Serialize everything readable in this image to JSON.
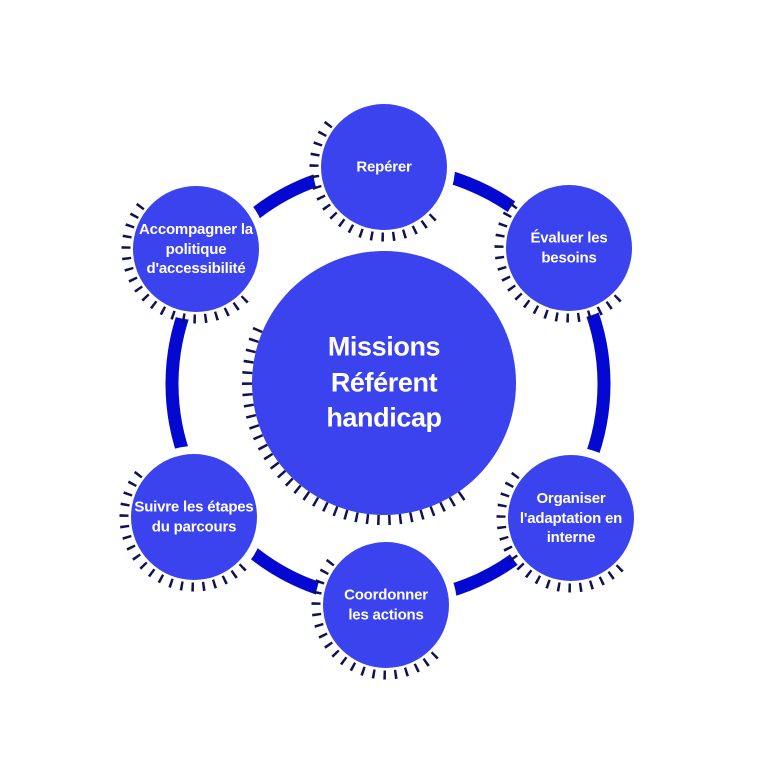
{
  "diagram": {
    "center": {
      "label": "Missions\nRéférent\nhandicap"
    },
    "nodes": [
      {
        "id": "reperer",
        "label": "Repérer"
      },
      {
        "id": "evaluer",
        "label": "Évaluer les\nbesoins"
      },
      {
        "id": "organiser",
        "label": "Organiser\nl'adaptation en\ninterne"
      },
      {
        "id": "coordonner",
        "label": "Coordonner\nles actions"
      },
      {
        "id": "suivre",
        "label": "Suivre les étapes\ndu parcours"
      },
      {
        "id": "accompagner",
        "label": "Accompagner la\npolitique\nd'accessibilité"
      }
    ],
    "colors": {
      "node_fill": "#3b43ee",
      "node_border": "#ffffff",
      "ring": "#0508d0",
      "hatch": "#0f1150",
      "text": "#ffffff",
      "background": "#ffffff"
    }
  }
}
